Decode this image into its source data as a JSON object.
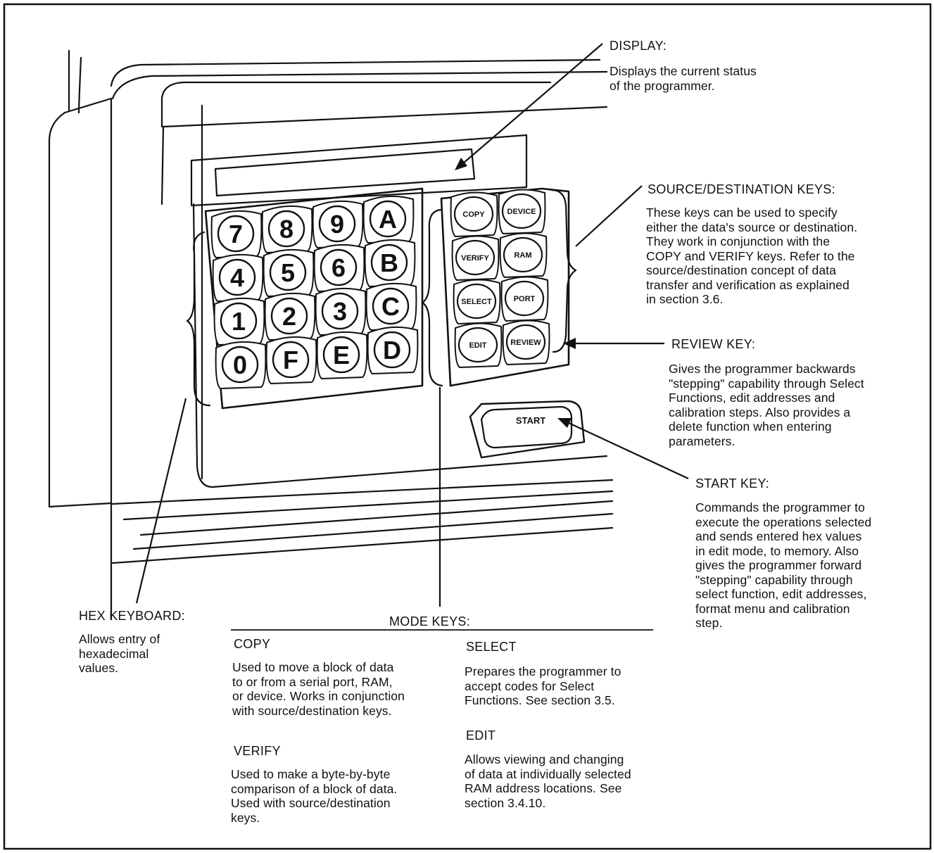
{
  "callouts": {
    "display": {
      "title": "DISPLAY:",
      "lines": [
        "Displays the current status",
        "of the programmer."
      ]
    },
    "source_destination": {
      "title": "SOURCE/DESTINATION KEYS:",
      "lines": [
        "These keys can be used to specify",
        "either the data's source or destination.",
        "They work in conjunction with the",
        "COPY and VERIFY keys. Refer to the",
        "source/destination concept of data",
        "transfer and verification as explained",
        "in section 3.6."
      ]
    },
    "review": {
      "title": "REVIEW KEY:",
      "lines": [
        "Gives the programmer backwards",
        "\"stepping\" capability through Select",
        "Functions, edit addresses and",
        "calibration steps. Also provides a",
        "delete function when entering",
        "parameters."
      ]
    },
    "start": {
      "title": "START KEY:",
      "lines": [
        "Commands the programmer to",
        "execute the operations selected",
        "and sends entered hex values",
        "in edit mode, to memory. Also",
        "gives the programmer forward",
        "\"stepping\" capability through",
        "select function, edit addresses,",
        "format menu and calibration",
        "step."
      ]
    },
    "hex_keyboard": {
      "title": "HEX KEYBOARD:",
      "lines": [
        "Allows entry of",
        "hexadecimal",
        "values."
      ]
    }
  },
  "mode_keys": {
    "title": "MODE KEYS:",
    "copy": {
      "title": "COPY",
      "lines": [
        "Used to move a block of data",
        "to or from a serial port, RAM,",
        "or device. Works in conjunction",
        "with source/destination keys."
      ]
    },
    "verify": {
      "title": "VERIFY",
      "lines": [
        "Used to make a byte-by-byte",
        "comparison of a block of data.",
        "Used with source/destination",
        "keys."
      ]
    },
    "select": {
      "title": "SELECT",
      "lines": [
        "Prepares the programmer to",
        "accept codes for Select",
        "Functions. See section 3.5."
      ]
    },
    "edit": {
      "title": "EDIT",
      "lines": [
        "Allows viewing and changing",
        "of data at individually selected",
        "RAM address locations. See",
        "section 3.4.10."
      ]
    }
  },
  "device": {
    "hex_keys": [
      "7",
      "8",
      "9",
      "A",
      "4",
      "5",
      "6",
      "B",
      "1",
      "2",
      "3",
      "C",
      "0",
      "F",
      "E",
      "D"
    ],
    "mode_key_labels": [
      "COPY",
      "DEVICE",
      "VERIFY",
      "RAM",
      "SELECT",
      "PORT",
      "EDIT",
      "REVIEW"
    ],
    "start_label": "START"
  }
}
